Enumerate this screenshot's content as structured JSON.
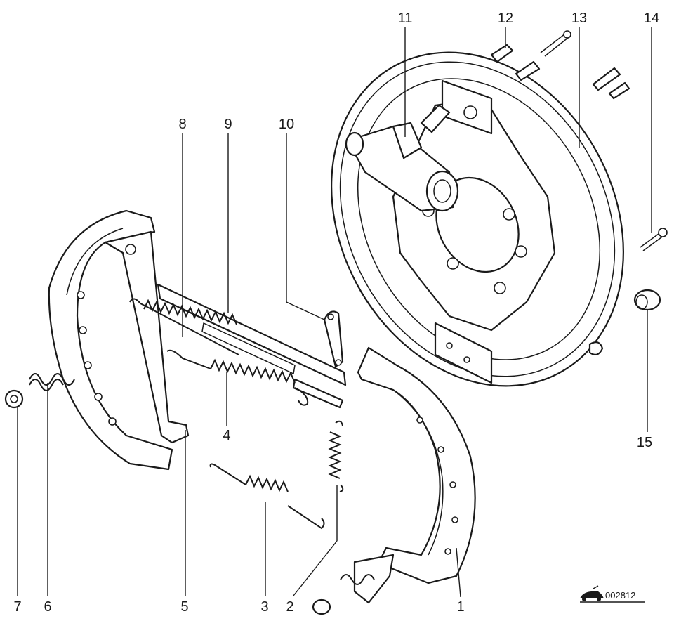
{
  "callouts": [
    {
      "num": "1"
    },
    {
      "num": "2"
    },
    {
      "num": "3"
    },
    {
      "num": "4"
    },
    {
      "num": "5"
    },
    {
      "num": "6"
    },
    {
      "num": "7"
    },
    {
      "num": "8"
    },
    {
      "num": "9"
    },
    {
      "num": "10"
    },
    {
      "num": "11"
    },
    {
      "num": "12"
    },
    {
      "num": "13"
    },
    {
      "num": "14"
    },
    {
      "num": "15"
    }
  ],
  "drawing_code": "002812",
  "icons": {
    "logo": "car-silhouette-icon"
  }
}
